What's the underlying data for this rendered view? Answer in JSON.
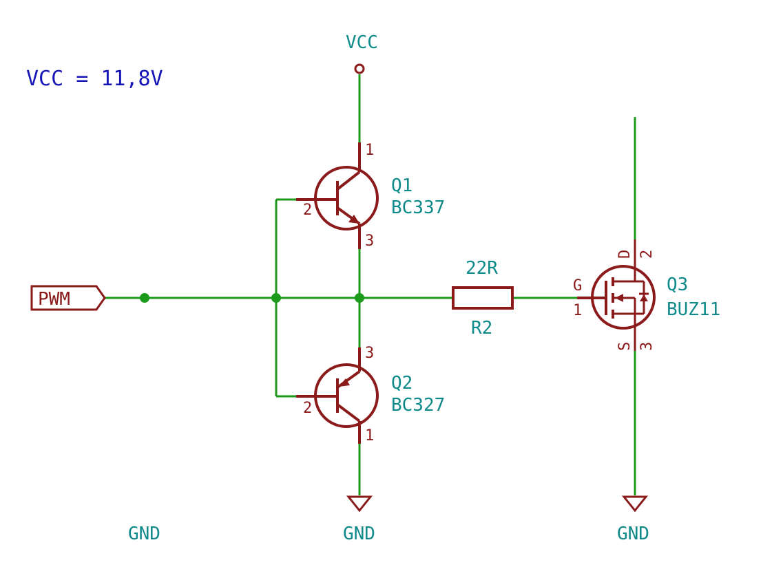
{
  "note": {
    "vcc_value": "VCC = 11,8V"
  },
  "power": {
    "vcc_label": "VCC",
    "gnd_left": "GND",
    "gnd_center": "GND",
    "gnd_right": "GND"
  },
  "port": {
    "pwm_label": "PWM"
  },
  "q1": {
    "ref": "Q1",
    "value": "BC337",
    "pin_base": "2",
    "pin_collector": "1",
    "pin_emitter": "3"
  },
  "q2": {
    "ref": "Q2",
    "value": "BC327",
    "pin_base": "2",
    "pin_emitter": "3",
    "pin_collector": "1"
  },
  "q3": {
    "ref": "Q3",
    "value": "BUZ11",
    "gate_name": "G",
    "gate_pin": "1",
    "drain_name": "D",
    "drain_pin": "2",
    "source_name": "S",
    "source_pin": "3"
  },
  "r2": {
    "ref": "R2",
    "value": "22R"
  },
  "colors": {
    "wire": "#1c9a1c",
    "component": "#8b1a1a",
    "label": "#0f8a8a",
    "note": "#1515b8"
  }
}
